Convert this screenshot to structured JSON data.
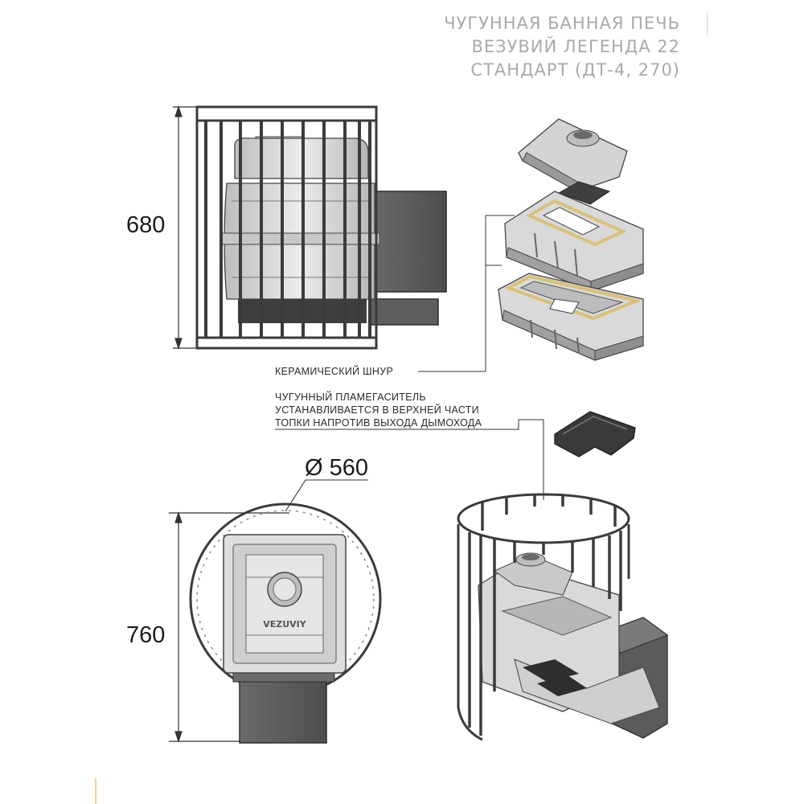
{
  "title": {
    "line1": "ЧУГУННАЯ БАННАЯ ПЕЧЬ",
    "line2": "ВЕЗУВИЙ ЛЕГЕНДА 22",
    "line3": "СТАНДАРТ (ДТ-4, 270)"
  },
  "dimensions": {
    "height": "680",
    "depth": "760",
    "diameter": "Ø 560"
  },
  "callouts": {
    "ceramic_cord": "КЕРАМИЧЕСКИЙ ШНУР",
    "flame_arrester": [
      "ЧУГУННЫЙ ПЛАМЕГАСИТЕЛЬ",
      "УСТАНАВЛИВАЕТСЯ В ВЕРХНЕЙ ЧАСТИ",
      "ТОПКИ НАПРОТИВ ВЫХОДА ДЫМОХОДА"
    ]
  },
  "colors": {
    "steel": "#5a5a5a",
    "iron_light": "#d9d9d9",
    "iron_mid": "#a6a6a6",
    "cord": "#d8c27a",
    "text_gray": "#a9a9a9"
  }
}
